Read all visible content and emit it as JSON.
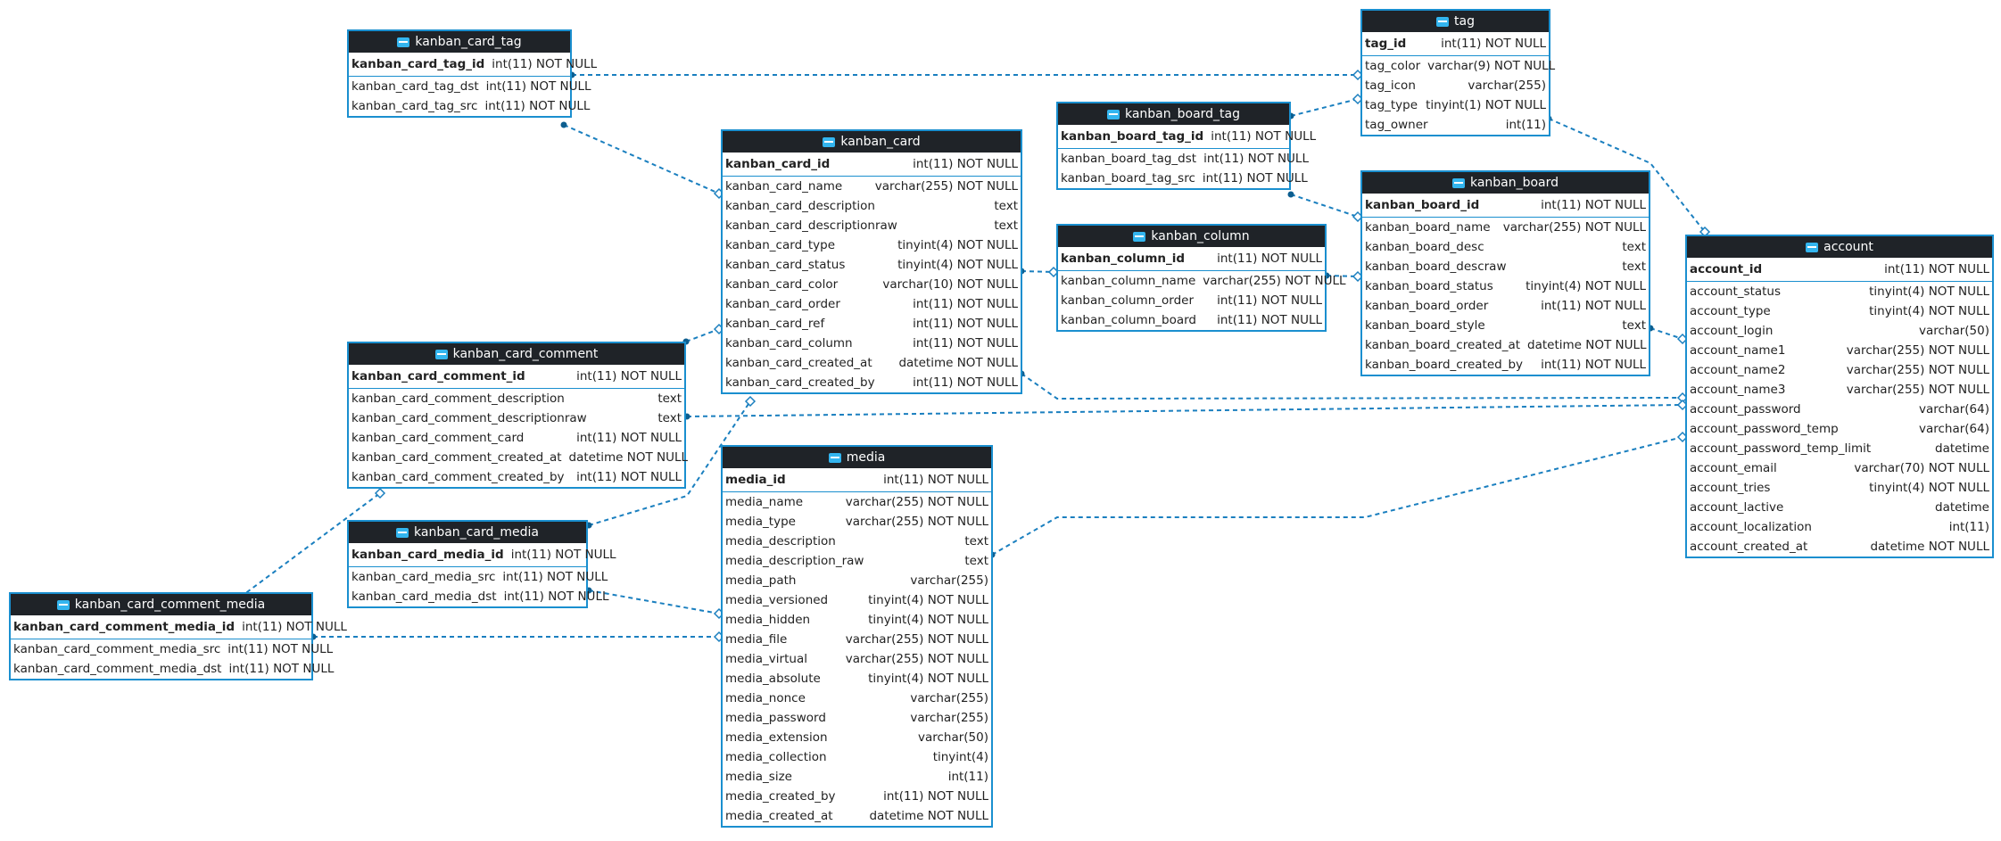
{
  "tables": {
    "kanban_card_tag": {
      "name": "kanban_card_tag",
      "columns": [
        {
          "name": "kanban_card_tag_id",
          "type": "int(11) NOT NULL"
        },
        {
          "name": "kanban_card_tag_dst",
          "type": "int(11) NOT NULL"
        },
        {
          "name": "kanban_card_tag_src",
          "type": "int(11) NOT NULL"
        }
      ]
    },
    "tag": {
      "name": "tag",
      "columns": [
        {
          "name": "tag_id",
          "type": "int(11) NOT NULL"
        },
        {
          "name": "tag_color",
          "type": "varchar(9) NOT NULL"
        },
        {
          "name": "tag_icon",
          "type": "varchar(255)"
        },
        {
          "name": "tag_type",
          "type": "tinyint(1) NOT NULL"
        },
        {
          "name": "tag_owner",
          "type": "int(11)"
        }
      ]
    },
    "kanban_board_tag": {
      "name": "kanban_board_tag",
      "columns": [
        {
          "name": "kanban_board_tag_id",
          "type": "int(11) NOT NULL"
        },
        {
          "name": "kanban_board_tag_dst",
          "type": "int(11) NOT NULL"
        },
        {
          "name": "kanban_board_tag_src",
          "type": "int(11) NOT NULL"
        }
      ]
    },
    "kanban_card": {
      "name": "kanban_card",
      "columns": [
        {
          "name": "kanban_card_id",
          "type": "int(11) NOT NULL"
        },
        {
          "name": "kanban_card_name",
          "type": "varchar(255) NOT NULL"
        },
        {
          "name": "kanban_card_description",
          "type": "text"
        },
        {
          "name": "kanban_card_descriptionraw",
          "type": "text"
        },
        {
          "name": "kanban_card_type",
          "type": "tinyint(4) NOT NULL"
        },
        {
          "name": "kanban_card_status",
          "type": "tinyint(4) NOT NULL"
        },
        {
          "name": "kanban_card_color",
          "type": "varchar(10) NOT NULL"
        },
        {
          "name": "kanban_card_order",
          "type": "int(11) NOT NULL"
        },
        {
          "name": "kanban_card_ref",
          "type": "int(11) NOT NULL"
        },
        {
          "name": "kanban_card_column",
          "type": "int(11) NOT NULL"
        },
        {
          "name": "kanban_card_created_at",
          "type": "datetime NOT NULL"
        },
        {
          "name": "kanban_card_created_by",
          "type": "int(11) NOT NULL"
        }
      ]
    },
    "kanban_board": {
      "name": "kanban_board",
      "columns": [
        {
          "name": "kanban_board_id",
          "type": "int(11) NOT NULL"
        },
        {
          "name": "kanban_board_name",
          "type": "varchar(255) NOT NULL"
        },
        {
          "name": "kanban_board_desc",
          "type": "text"
        },
        {
          "name": "kanban_board_descraw",
          "type": "text"
        },
        {
          "name": "kanban_board_status",
          "type": "tinyint(4) NOT NULL"
        },
        {
          "name": "kanban_board_order",
          "type": "int(11) NOT NULL"
        },
        {
          "name": "kanban_board_style",
          "type": "text"
        },
        {
          "name": "kanban_board_created_at",
          "type": "datetime NOT NULL"
        },
        {
          "name": "kanban_board_created_by",
          "type": "int(11) NOT NULL"
        }
      ]
    },
    "kanban_column": {
      "name": "kanban_column",
      "columns": [
        {
          "name": "kanban_column_id",
          "type": "int(11) NOT NULL"
        },
        {
          "name": "kanban_column_name",
          "type": "varchar(255) NOT NULL"
        },
        {
          "name": "kanban_column_order",
          "type": "int(11) NOT NULL"
        },
        {
          "name": "kanban_column_board",
          "type": "int(11) NOT NULL"
        }
      ]
    },
    "account": {
      "name": "account",
      "columns": [
        {
          "name": "account_id",
          "type": "int(11) NOT NULL"
        },
        {
          "name": "account_status",
          "type": "tinyint(4) NOT NULL"
        },
        {
          "name": "account_type",
          "type": "tinyint(4) NOT NULL"
        },
        {
          "name": "account_login",
          "type": "varchar(50)"
        },
        {
          "name": "account_name1",
          "type": "varchar(255) NOT NULL"
        },
        {
          "name": "account_name2",
          "type": "varchar(255) NOT NULL"
        },
        {
          "name": "account_name3",
          "type": "varchar(255) NOT NULL"
        },
        {
          "name": "account_password",
          "type": "varchar(64)"
        },
        {
          "name": "account_password_temp",
          "type": "varchar(64)"
        },
        {
          "name": "account_password_temp_limit",
          "type": "datetime"
        },
        {
          "name": "account_email",
          "type": "varchar(70) NOT NULL"
        },
        {
          "name": "account_tries",
          "type": "tinyint(4) NOT NULL"
        },
        {
          "name": "account_lactive",
          "type": "datetime"
        },
        {
          "name": "account_localization",
          "type": "int(11)"
        },
        {
          "name": "account_created_at",
          "type": "datetime NOT NULL"
        }
      ]
    },
    "kanban_card_comment": {
      "name": "kanban_card_comment",
      "columns": [
        {
          "name": "kanban_card_comment_id",
          "type": "int(11) NOT NULL"
        },
        {
          "name": "kanban_card_comment_description",
          "type": "text"
        },
        {
          "name": "kanban_card_comment_descriptionraw",
          "type": "text"
        },
        {
          "name": "kanban_card_comment_card",
          "type": "int(11) NOT NULL"
        },
        {
          "name": "kanban_card_comment_created_at",
          "type": "datetime NOT NULL"
        },
        {
          "name": "kanban_card_comment_created_by",
          "type": "int(11) NOT NULL"
        }
      ]
    },
    "media": {
      "name": "media",
      "columns": [
        {
          "name": "media_id",
          "type": "int(11) NOT NULL"
        },
        {
          "name": "media_name",
          "type": "varchar(255) NOT NULL"
        },
        {
          "name": "media_type",
          "type": "varchar(255) NOT NULL"
        },
        {
          "name": "media_description",
          "type": "text"
        },
        {
          "name": "media_description_raw",
          "type": "text"
        },
        {
          "name": "media_path",
          "type": "varchar(255)"
        },
        {
          "name": "media_versioned",
          "type": "tinyint(4) NOT NULL"
        },
        {
          "name": "media_hidden",
          "type": "tinyint(4) NOT NULL"
        },
        {
          "name": "media_file",
          "type": "varchar(255) NOT NULL"
        },
        {
          "name": "media_virtual",
          "type": "varchar(255) NOT NULL"
        },
        {
          "name": "media_absolute",
          "type": "tinyint(4) NOT NULL"
        },
        {
          "name": "media_nonce",
          "type": "varchar(255)"
        },
        {
          "name": "media_password",
          "type": "varchar(255)"
        },
        {
          "name": "media_extension",
          "type": "varchar(50)"
        },
        {
          "name": "media_collection",
          "type": "tinyint(4)"
        },
        {
          "name": "media_size",
          "type": "int(11)"
        },
        {
          "name": "media_created_by",
          "type": "int(11) NOT NULL"
        },
        {
          "name": "media_created_at",
          "type": "datetime NOT NULL"
        }
      ]
    },
    "kanban_card_media": {
      "name": "kanban_card_media",
      "columns": [
        {
          "name": "kanban_card_media_id",
          "type": "int(11) NOT NULL"
        },
        {
          "name": "kanban_card_media_src",
          "type": "int(11) NOT NULL"
        },
        {
          "name": "kanban_card_media_dst",
          "type": "int(11) NOT NULL"
        }
      ]
    },
    "kanban_card_comment_media": {
      "name": "kanban_card_comment_media",
      "columns": [
        {
          "name": "kanban_card_comment_media_id",
          "type": "int(11) NOT NULL"
        },
        {
          "name": "kanban_card_comment_media_src",
          "type": "int(11) NOT NULL"
        },
        {
          "name": "kanban_card_comment_media_dst",
          "type": "int(11) NOT NULL"
        }
      ]
    }
  },
  "style": {
    "header_bg": "#1f2328",
    "border_color": "#1a8fcf",
    "link_color": "#1a7fbf",
    "icon": "table-icon"
  }
}
